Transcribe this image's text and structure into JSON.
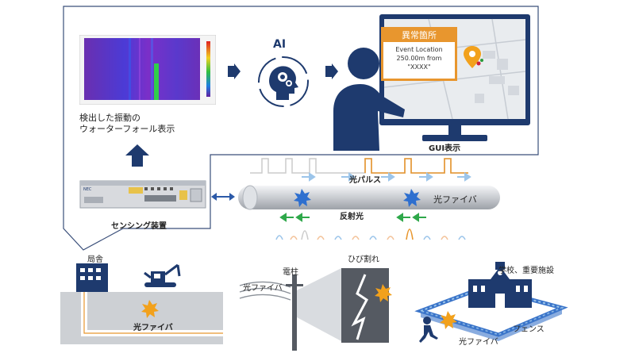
{
  "waterfall": {
    "caption_line1": "検出した振動の",
    "caption_line2": "ウォーターフォール表示"
  },
  "ai": {
    "label": "AI"
  },
  "gui": {
    "alert_title": "異常箇所",
    "event_line1": "Event Location",
    "event_line2": "250.00m from",
    "event_line3": "\"XXXX\"",
    "label": "GUI表示"
  },
  "sensing": {
    "label": "センシング装置",
    "device_text": "NEC"
  },
  "fiber": {
    "pulse_label": "光パルス",
    "fiber_label": "光ファイバ",
    "reflect_label": "反射光"
  },
  "scenes": {
    "office_label": "局舎",
    "underground_fiber": "光ファイバ",
    "aerial_fiber": "光ファイバ",
    "pole_label": "電柱",
    "crack_label": "ひび割れ",
    "school_label": "学校、重要施設",
    "fence_label": "フェンス",
    "fence_fiber": "光ファイバ"
  },
  "colors": {
    "navy": "#1e3a6e",
    "blue": "#2c5aa8",
    "burst_blue": "#2e6fcf",
    "burst_orange": "#f2a11c",
    "arrow_light": "#9cc5ea",
    "arrow_green": "#2ea84a",
    "orange_box": "#e8962e"
  }
}
